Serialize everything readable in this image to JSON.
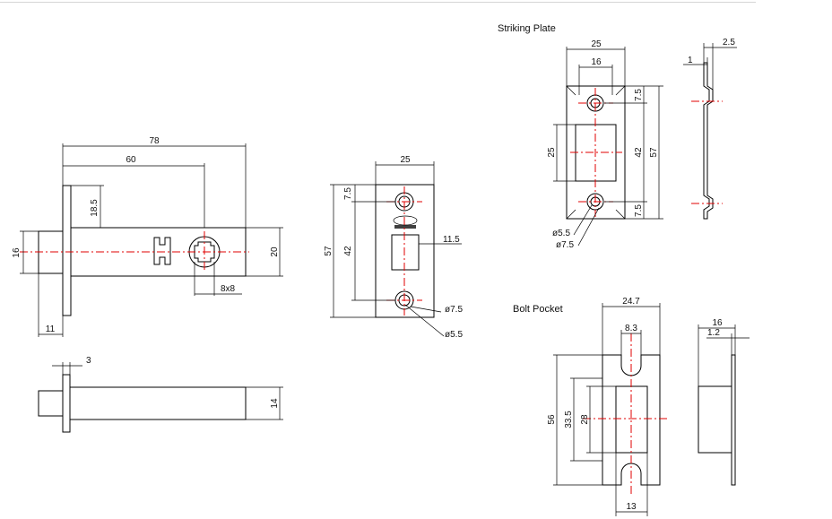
{
  "colors": {
    "outline": "#000000",
    "centerline": "#e00000",
    "background": "#ffffff"
  },
  "latch_side": {
    "length_overall": "78",
    "backset": "60",
    "face_to_bolt_offset": "18.5",
    "bolt_height": "16",
    "body_height": "20",
    "bolt_length": "11",
    "spindle_size": "8x8"
  },
  "latch_top": {
    "faceplate_thickness": "3",
    "body_width": "14"
  },
  "latch_front": {
    "width": "25",
    "height": "57",
    "hole_offset": "7.5",
    "hole_spacing": "42",
    "bolt_window": "11.5",
    "hole_outer": "ø7.5",
    "hole_inner": "ø5.5"
  },
  "striking_plate": {
    "title": "Striking Plate",
    "width": "25",
    "hole_spacing_h": "16",
    "hole_offset_top": "7.5",
    "hole_offset_bottom": "7.5",
    "hole_spacing": "42",
    "height": "57",
    "opening_height": "25",
    "hole_inner": "ø5.5",
    "hole_outer": "ø7.5",
    "side_thickness": "2.5",
    "side_lip": "1"
  },
  "bolt_pocket": {
    "title": "Bolt Pocket",
    "width": "24.7",
    "slot_width": "8.3",
    "height": "56",
    "recess_height": "33.5",
    "opening_height": "28",
    "bottom_slot": "13",
    "depth": "16",
    "flange": "1.2"
  }
}
